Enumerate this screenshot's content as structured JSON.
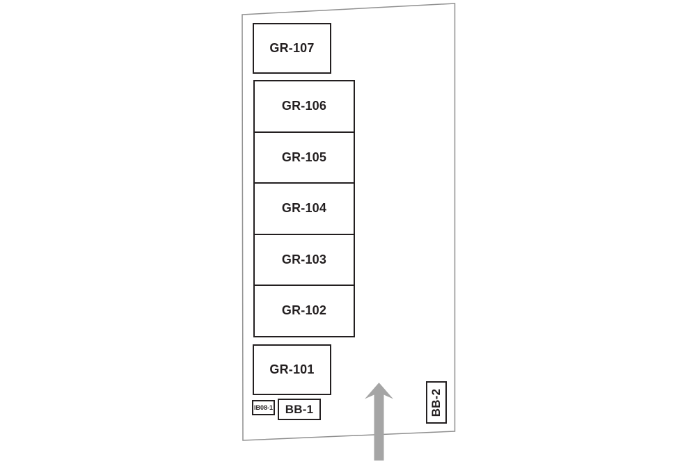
{
  "diagram": {
    "kind": "site-layout-diagram",
    "rooms": {
      "gr107": "GR-107",
      "gr106": "GR-106",
      "gr105": "GR-105",
      "gr104": "GR-104",
      "gr103": "GR-103",
      "gr102": "GR-102",
      "gr101": "GR-101",
      "ib081": "IB08-1",
      "bb1": "BB-1",
      "bb2": "BB-2"
    },
    "icons": {
      "arrow": "arrow-up"
    },
    "colors": {
      "box_border": "#231f20",
      "label_text": "#231f20",
      "site_outline": "#8f8f8f",
      "arrow": "#a5a5a5",
      "background": "#ffffff"
    }
  }
}
